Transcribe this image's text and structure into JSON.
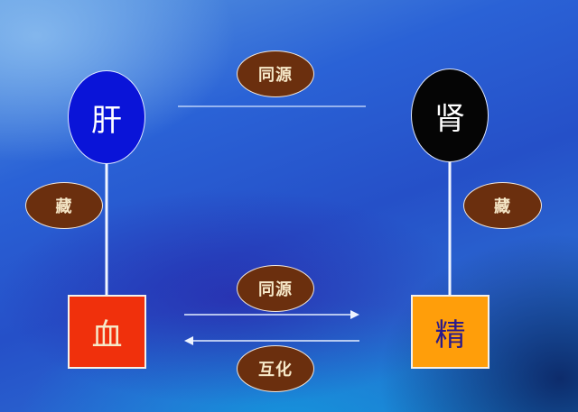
{
  "diagram": {
    "nodes": {
      "liver": {
        "label": "肝",
        "shape": "circle",
        "fill": "#0a14d8",
        "text_color": "#ffffff"
      },
      "kidney": {
        "label": "肾",
        "shape": "circle",
        "fill": "#050505",
        "text_color": "#ffffff"
      },
      "blood": {
        "label": "血",
        "shape": "rect",
        "fill": "#f0300c",
        "text_color": "#f6e8c8"
      },
      "essence": {
        "label": "精",
        "shape": "rect",
        "fill": "#ff9e0a",
        "text_color": "#2a1a8a"
      }
    },
    "edge_labels": {
      "top_same_source": "同源",
      "left_store": "藏",
      "right_store": "藏",
      "bottom_same_source": "同源",
      "bottom_mutual_transform": "互化"
    },
    "edges": [
      {
        "from": "liver",
        "to": "kidney",
        "label": "同源",
        "style": "line"
      },
      {
        "from": "liver",
        "to": "blood",
        "label": "藏",
        "style": "arrow"
      },
      {
        "from": "kidney",
        "to": "essence",
        "label": "藏",
        "style": "arrow"
      },
      {
        "from": "blood",
        "to": "essence",
        "label": "同源",
        "style": "arrow"
      },
      {
        "from": "essence",
        "to": "blood",
        "label": "互化",
        "style": "arrow"
      }
    ],
    "colors": {
      "label_oval_fill": "#6b2f0e",
      "label_text": "#f6e8c8",
      "connector": "#e8f0ff"
    }
  }
}
